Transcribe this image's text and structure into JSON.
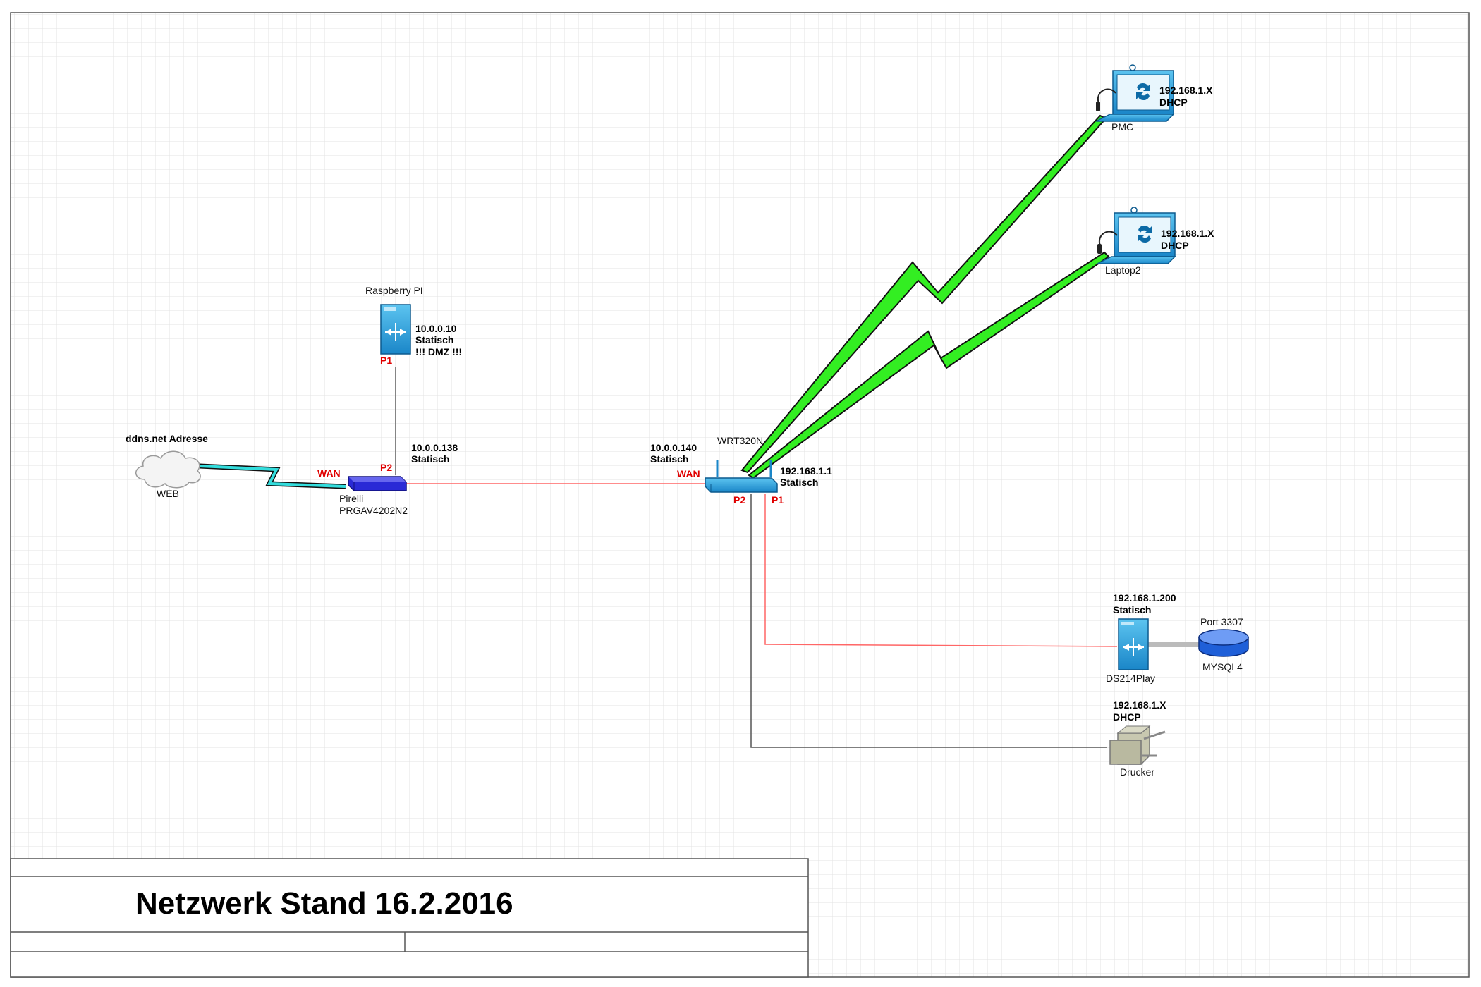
{
  "title": "Netzwerk Stand 16.2.2016",
  "colors": {
    "grid": "#e3e3e3",
    "wired_lan": "#ff6666",
    "wired_dark": "#555555",
    "wireless": "#33ee22",
    "wan_link": "#33dddd",
    "port_label": "#e00000",
    "device_blue": "#1a9ad6"
  },
  "cloud": {
    "icon": "cloud-icon",
    "top_label": "ddns.net Adresse",
    "label": "WEB"
  },
  "pirelli": {
    "icon": "modem-router-icon",
    "name_line1": "Pirelli",
    "name_line2": "PRGAV4202N2",
    "ip": "10.0.0.138",
    "mode": "Statisch",
    "port_wan": "WAN",
    "port_p2": "P2"
  },
  "raspberry": {
    "icon": "server-icon",
    "name": "Raspberry PI",
    "ip": "10.0.0.10",
    "mode": "Statisch",
    "note": "!!! DMZ !!!",
    "port": "P1"
  },
  "wrt": {
    "icon": "wireless-router-icon",
    "name": "WRT320N",
    "wan_ip": "10.0.0.140",
    "wan_mode": "Statisch",
    "port_wan": "WAN",
    "lan_ip": "192.168.1.1",
    "lan_mode": "Statisch",
    "port_p2": "P2",
    "port_p1": "P1"
  },
  "pmc": {
    "icon": "laptop-icon",
    "name": "PMC",
    "ip": "192.168.1.X",
    "mode": "DHCP"
  },
  "laptop2": {
    "icon": "laptop-icon",
    "name": "Laptop2",
    "ip": "192.168.1.X",
    "mode": "DHCP"
  },
  "ds214": {
    "icon": "server-icon",
    "name": "DS214Play",
    "ip": "192.168.1.200",
    "mode": "Statisch"
  },
  "mysql": {
    "icon": "database-icon",
    "port": "Port 3307",
    "name": "MYSQL4"
  },
  "printer": {
    "icon": "printer-icon",
    "name": "Drucker",
    "ip": "192.168.1.X",
    "mode": "DHCP"
  }
}
